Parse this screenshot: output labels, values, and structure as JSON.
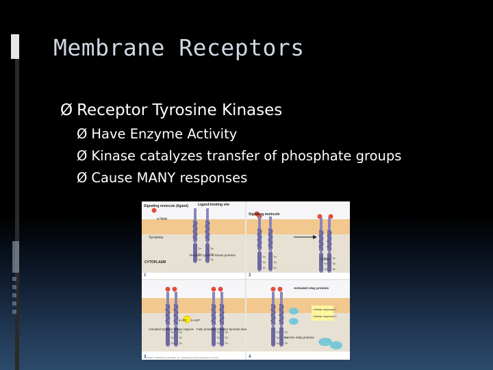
{
  "slide": {
    "title": "Membrane Receptors",
    "bullet_symbol": "Ø",
    "bullets": [
      {
        "text": "Receptor Tyrosine Kinases",
        "level": 1
      },
      {
        "text": "Have Enzyme Activity",
        "level": 2
      },
      {
        "text": "Kinase catalyzes transfer of phosphate groups",
        "level": 2
      },
      {
        "text": "Cause MANY responses",
        "level": 2
      }
    ]
  },
  "figure": {
    "labels": {
      "signaling_molecule": "Signaling molecule (ligand)",
      "ligand_binding_site": "Ligand-binding site",
      "alpha_helix": "α Helix",
      "tyrosines": "Tyrosines",
      "receptor_proteins": "Receptor tyrosine kinase proteins",
      "cytoplasm": "CYTOPLASM",
      "signaling_molecule_2": "Signaling molecule",
      "dimer": "Dimer",
      "activated_relay": "Activated relay proteins",
      "cellular_response_1": "Cellular response 1",
      "cellular_response_2": "Cellular response 2",
      "activated_regions": "Activated tyrosine kinase regions",
      "fully_activated": "Fully activated receptor tyrosine kinase",
      "inactive_relay": "Inactive relay proteins",
      "atp": "6 ATP",
      "adp": "6 ADP",
      "panel_1": "1",
      "panel_2": "2",
      "panel_3": "3",
      "panel_4": "4",
      "copyright": "Copyright © 2008 Pearson Education, Inc., publishing as Pearson Benjamin Cummings."
    },
    "colors": {
      "extracellular": "#f6f6f8",
      "membrane": "#f2c88f",
      "cytoplasm": "#e7e1d4",
      "receptor": "#8a86b8",
      "ligand": "#e24d3b",
      "response_box": "#fff6a0",
      "relay": "#7ac7d9"
    }
  }
}
